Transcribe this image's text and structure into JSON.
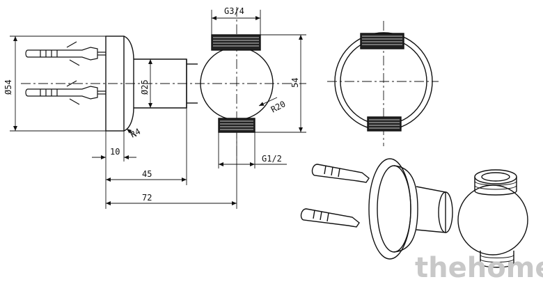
{
  "dimensions": {
    "thread_top": "G3/4",
    "thread_bottom": "G1/2",
    "flange_diameter": "Ø54",
    "body_diameter": "Ø25",
    "height": "54",
    "radius_ball": "R20",
    "radius_fillet": "R4",
    "len_10": "10",
    "len_45": "45",
    "len_72": "72"
  },
  "watermark": "thehome"
}
